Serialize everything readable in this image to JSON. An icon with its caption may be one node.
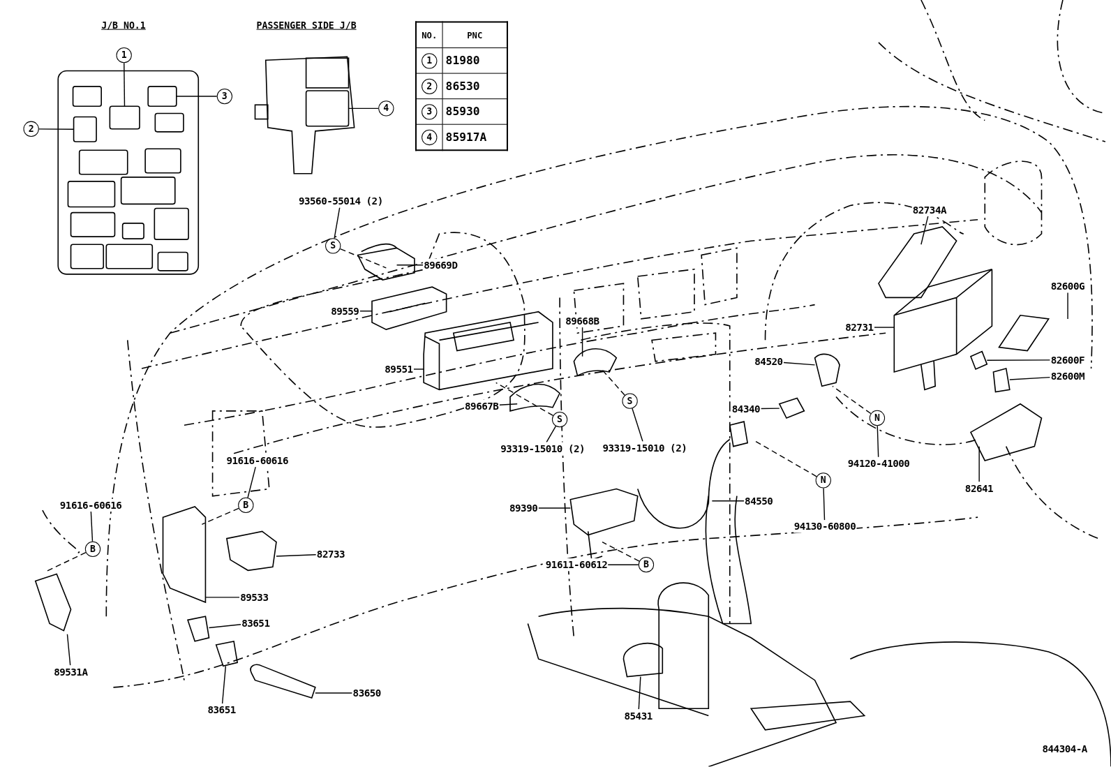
{
  "diagram": {
    "nodes": [
      {
        "text": [
          "93560-55014 (2)"
        ]
      },
      {
        "text": [
          "S"
        ]
      },
      {
        "text": [
          "89669D"
        ]
      },
      {
        "text": [
          "89559"
        ]
      },
      {
        "text": [
          "89551"
        ]
      },
      {
        "text": [
          "89668B"
        ]
      },
      {
        "text": [
          "89667B"
        ]
      },
      {
        "text": [
          "S"
        ]
      },
      {
        "text": [
          "93319-15010 (2)"
        ]
      },
      {
        "text": [
          "S"
        ]
      },
      {
        "text": [
          "93319-15010 (2)"
        ]
      },
      {
        "text": [
          "82734A"
        ]
      },
      {
        "text": [
          "82731"
        ]
      },
      {
        "text": [
          "82600G"
        ]
      },
      {
        "text": [
          "82600F"
        ]
      },
      {
        "text": [
          "82600M"
        ]
      },
      {
        "text": [
          "84520"
        ]
      },
      {
        "text": [
          "84340"
        ]
      },
      {
        "text": [
          "N"
        ]
      },
      {
        "text": [
          "94120-41000"
        ]
      },
      {
        "text": [
          "82641"
        ]
      },
      {
        "text": [
          "84550"
        ]
      },
      {
        "text": [
          "N"
        ]
      },
      {
        "text": [
          "94130-60800"
        ]
      },
      {
        "text": [
          "89390"
        ]
      },
      {
        "text": [
          "91611-60612"
        ]
      },
      {
        "text": [
          "B"
        ]
      },
      {
        "text": [
          "91616-60616"
        ]
      },
      {
        "text": [
          "B"
        ]
      },
      {
        "text": [
          "82733"
        ]
      },
      {
        "text": [
          "89533"
        ]
      },
      {
        "text": [
          "91616-60616"
        ]
      },
      {
        "text": [
          "B"
        ]
      },
      {
        "text": [
          "89531A"
        ]
      },
      {
        "text": [
          "83651"
        ]
      },
      {
        "text": [
          "83651"
        ]
      },
      {
        "text": [
          "83650"
        ]
      },
      {
        "text": [
          "85431"
        ]
      },
      {
        "text": [
          "1"
        ]
      },
      {
        "text": [
          "2"
        ]
      },
      {
        "text": [
          "3"
        ]
      },
      {
        "text": [
          "4"
        ]
      },
      {
        "text": [],
        "shape": "picture"
      },
      {
        "text": [],
        "shape": "picture"
      },
      {
        "text": [],
        "shape": "picture"
      },
      {
        "text": [],
        "shape": "picture"
      },
      {
        "text": [],
        "shape": "picture"
      },
      {
        "text": [],
        "shape": "box"
      },
      {
        "text": [],
        "shape": "box"
      },
      {
        "text": [],
        "shape": "box"
      },
      {
        "text": [],
        "shape": "box"
      }
    ],
    "edges": [
      {
        "from": 0,
        "to": 1,
        "arrow": "none"
      },
      {
        "from": 1,
        "to": null,
        "arrow": "none",
        "style": "dashed"
      },
      {
        "from": 2,
        "to": null,
        "arrow": "none"
      },
      {
        "from": 3,
        "to": null,
        "arrow": "none"
      },
      {
        "from": 4,
        "to": null,
        "arrow": "none"
      },
      {
        "from": 5,
        "to": null,
        "arrow": "none"
      },
      {
        "from": 6,
        "to": null,
        "arrow": "none"
      },
      {
        "from": 8,
        "to": 7,
        "arrow": "none"
      },
      {
        "from": 7,
        "to": null,
        "arrow": "none",
        "style": "dashed"
      },
      {
        "from": 10,
        "to": 9,
        "arrow": "none"
      },
      {
        "from": 9,
        "to": null,
        "arrow": "none",
        "style": "dashed"
      },
      {
        "from": 11,
        "to": null,
        "arrow": "none"
      },
      {
        "from": 12,
        "to": null,
        "arrow": "none"
      },
      {
        "from": 13,
        "to": null,
        "arrow": "none"
      },
      {
        "from": 14,
        "to": 42,
        "arrow": "none"
      },
      {
        "from": 15,
        "to": 43,
        "arrow": "none"
      },
      {
        "from": 16,
        "to": null,
        "arrow": "none"
      },
      {
        "from": 17,
        "to": 44,
        "arrow": "none"
      },
      {
        "from": 19,
        "to": 18,
        "arrow": "none"
      },
      {
        "from": 18,
        "to": null,
        "arrow": "none",
        "style": "dashed"
      },
      {
        "from": 20,
        "to": null,
        "arrow": "none"
      },
      {
        "from": 21,
        "to": null,
        "arrow": "none"
      },
      {
        "from": 23,
        "to": 22,
        "arrow": "none"
      },
      {
        "from": 22,
        "to": null,
        "arrow": "none",
        "style": "dashed"
      },
      {
        "from": 24,
        "to": null,
        "arrow": "none"
      },
      {
        "from": 25,
        "to": 26,
        "arrow": "none"
      },
      {
        "from": 26,
        "to": null,
        "arrow": "none",
        "style": "dashed"
      },
      {
        "from": 27,
        "to": 28,
        "arrow": "none"
      },
      {
        "from": 28,
        "to": null,
        "arrow": "none",
        "style": "dashed"
      },
      {
        "from": 29,
        "to": null,
        "arrow": "none"
      },
      {
        "from": 30,
        "to": null,
        "arrow": "none"
      },
      {
        "from": 31,
        "to": 32,
        "arrow": "none"
      },
      {
        "from": 32,
        "to": null,
        "arrow": "none",
        "style": "dashed"
      },
      {
        "from": 33,
        "to": null,
        "arrow": "none"
      },
      {
        "from": 34,
        "to": 45,
        "arrow": "none"
      },
      {
        "from": 35,
        "to": 46,
        "arrow": "none"
      },
      {
        "from": 36,
        "to": null,
        "arrow": "none"
      },
      {
        "from": 37,
        "to": null,
        "arrow": "none"
      },
      {
        "from": 38,
        "to": 49,
        "arrow": "none"
      },
      {
        "from": 39,
        "to": 47,
        "arrow": "none"
      },
      {
        "from": 40,
        "to": 48,
        "arrow": "none"
      },
      {
        "from": 41,
        "to": 50,
        "arrow": "none"
      }
    ],
    "labels": [
      "J/B NO.1",
      "PASSENGER SIDE J/B",
      "NO.",
      "PNC",
      "1",
      "81980",
      "2",
      "86530",
      "3",
      "85930",
      "4",
      "85917A",
      "844304-A"
    ]
  }
}
